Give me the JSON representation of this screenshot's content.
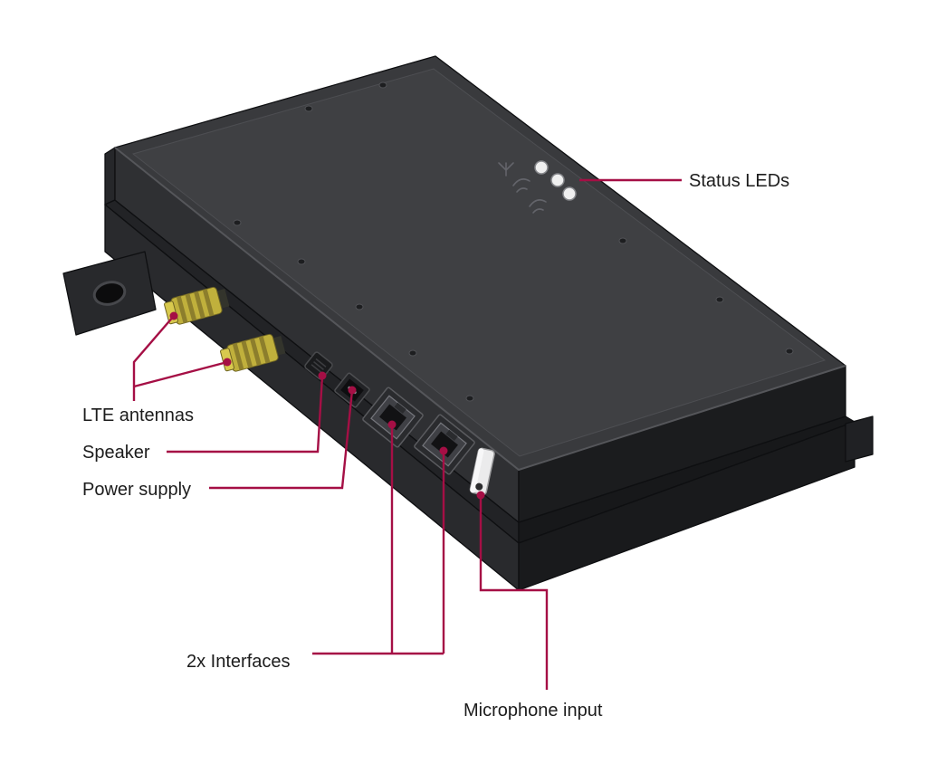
{
  "colors": {
    "background": "#ffffff",
    "callout": "#a50f45",
    "label_text": "#1c1c1c",
    "device_top": "#393a3d",
    "device_lid": "#3f4043",
    "device_front_left": "#2f3033",
    "device_front_right": "#1b1c1e",
    "device_base": "#292a2d",
    "device_base_right": "#191a1c",
    "antenna_gold": "#c0b03c",
    "led_fill": "#efefef"
  },
  "labels": {
    "status_leds": "Status LEDs",
    "lte_antennas": "LTE antennas",
    "speaker": "Speaker",
    "power_supply": "Power supply",
    "interfaces": "2x Interfaces",
    "microphone_input": "Microphone input"
  }
}
